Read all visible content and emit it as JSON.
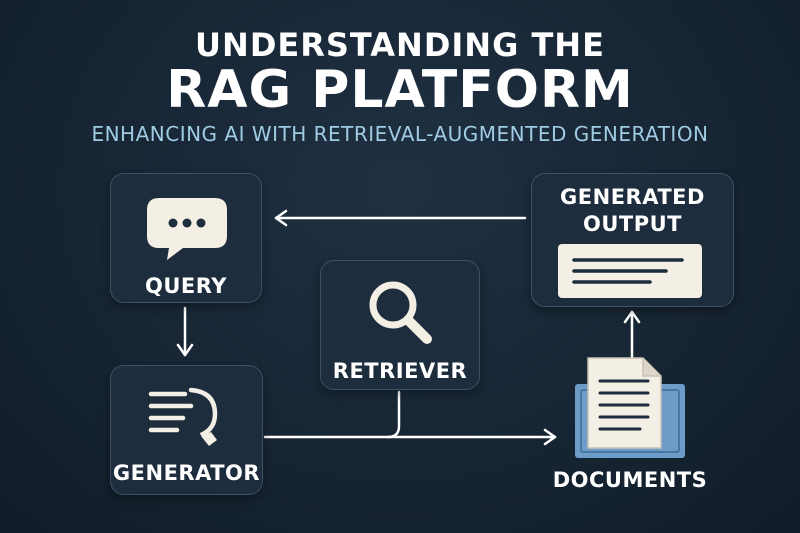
{
  "title": {
    "line1": "UNDERSTANDING THE",
    "line2": "RAG PLATFORM"
  },
  "subtitle": "ENHANCING AI WITH RETRIEVAL-AUGMENTED GENERATION",
  "nodes": {
    "query": {
      "label": "QUERY",
      "icon": "chat-bubble-icon"
    },
    "generator": {
      "label": "GENERATOR",
      "icon": "generator-icon"
    },
    "retriever": {
      "label": "RETRIEVER",
      "icon": "magnifier-icon"
    },
    "output": {
      "label_line1": "GENERATED",
      "label_line2": "OUTPUT",
      "icon": "text-block-icon"
    },
    "documents": {
      "label": "DOCUMENTS",
      "icon": "document-stack-icon"
    }
  },
  "colors": {
    "background": "#172534",
    "box": "#1d2d3d",
    "box_border": "#3d5266",
    "accent_blue": "#9fcbe3",
    "doc_blue": "#6d9cc9",
    "icon": "#f4efe4",
    "connector": "#ffffff"
  }
}
